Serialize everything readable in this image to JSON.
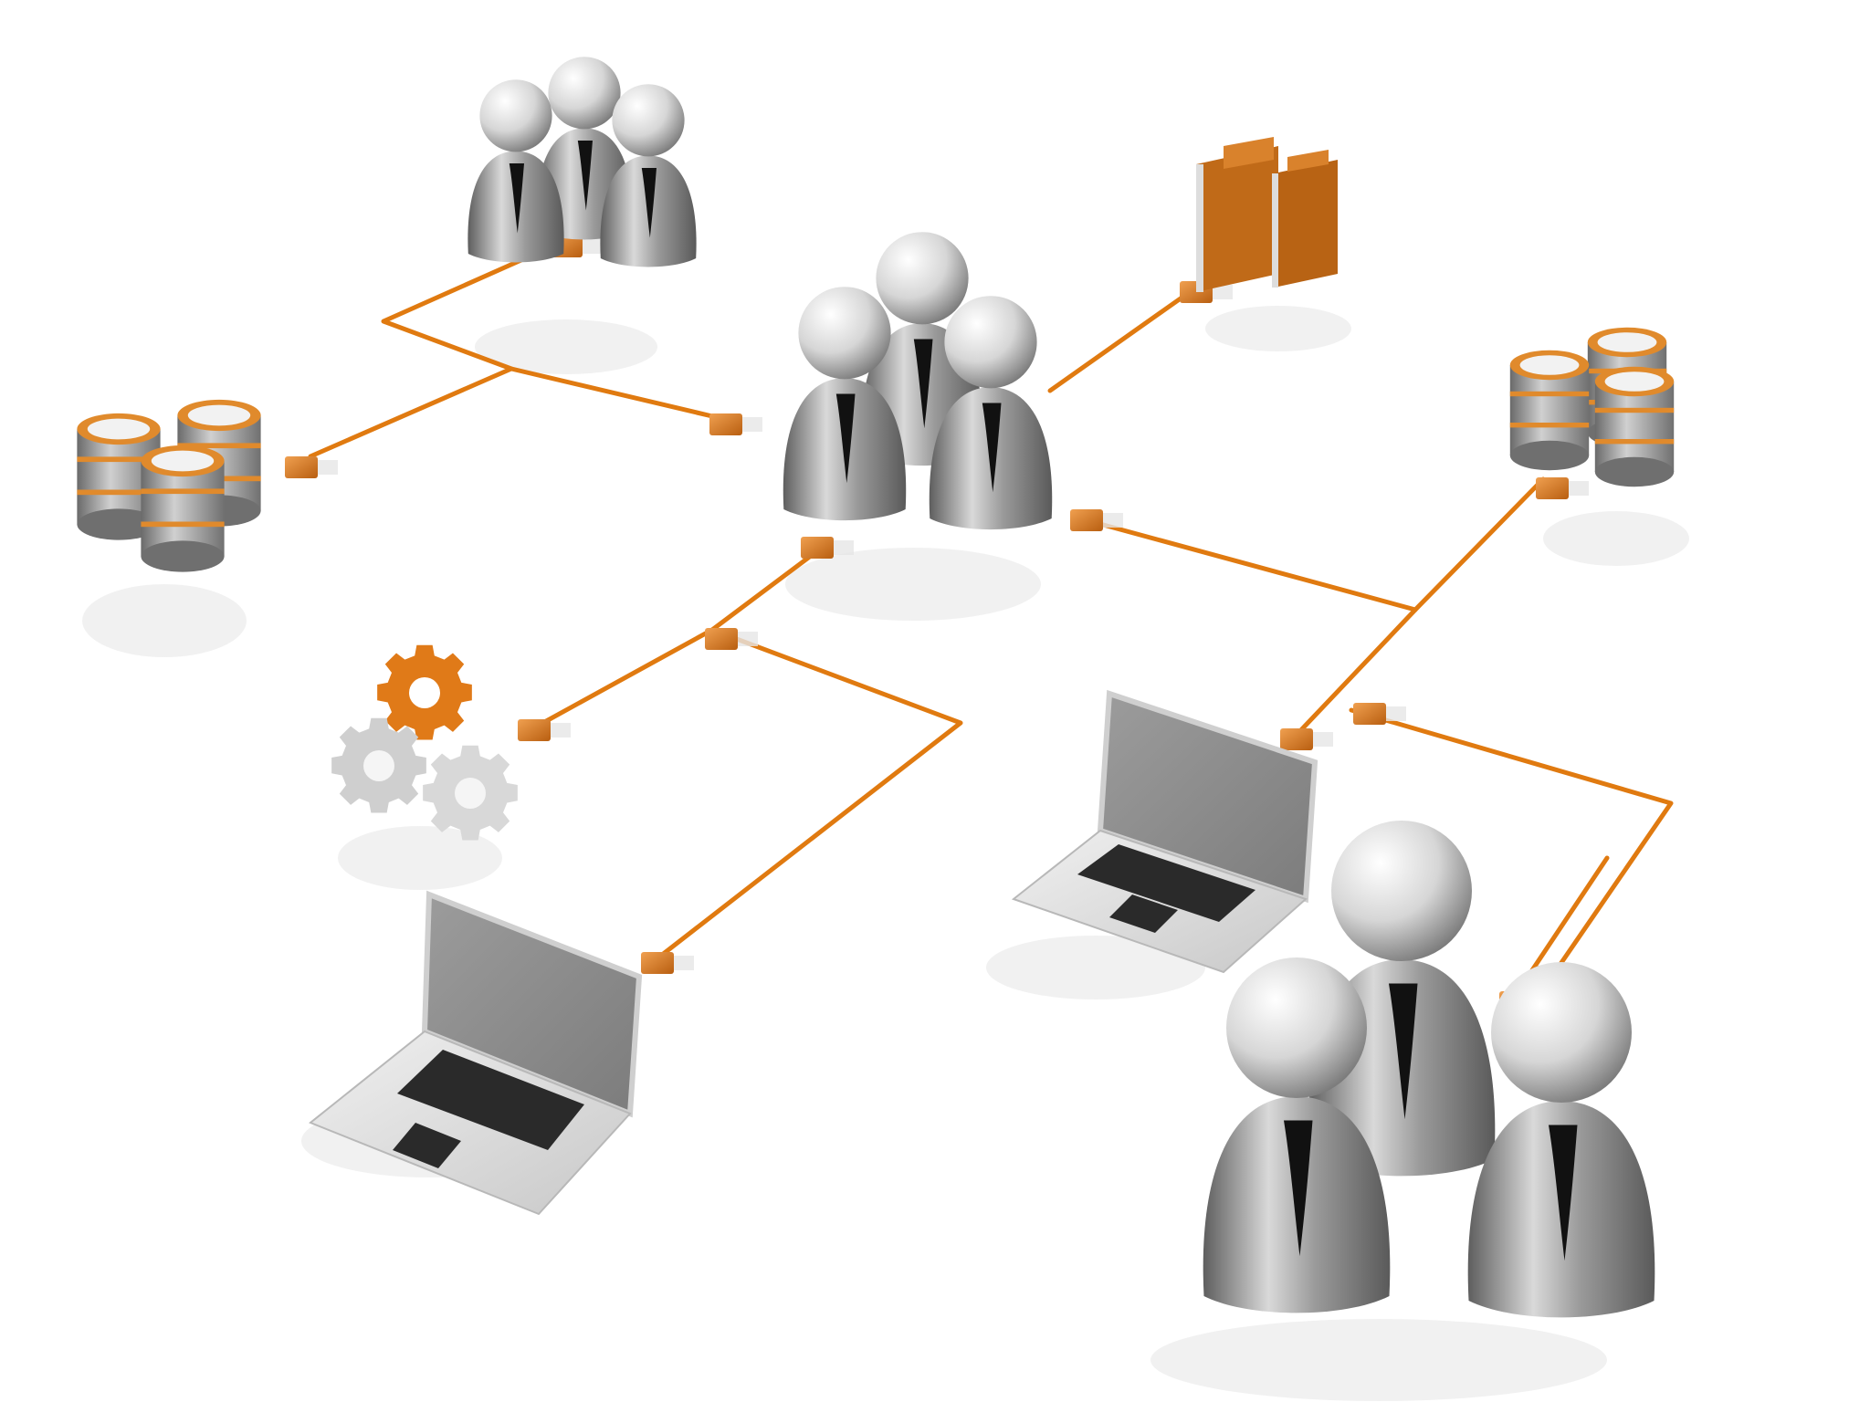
{
  "diagram": {
    "description_text": "",
    "colors": {
      "cable": "#e07a10",
      "connector": "#d97a1e",
      "figure_dark": "#6e6e6e",
      "figure_light": "#f4f4f4",
      "laptop": "#9a9a9a",
      "background": "#ffffff"
    },
    "nodes": [
      {
        "id": "hub-group",
        "kind": "people-group-icon"
      },
      {
        "id": "top-left-group",
        "kind": "people-group-icon"
      },
      {
        "id": "folders",
        "kind": "folders-icon"
      },
      {
        "id": "left-database",
        "kind": "database-icon"
      },
      {
        "id": "right-database",
        "kind": "database-icon"
      },
      {
        "id": "gears",
        "kind": "gears-icon"
      },
      {
        "id": "left-laptop",
        "kind": "laptop-icon"
      },
      {
        "id": "right-laptop",
        "kind": "laptop-icon"
      },
      {
        "id": "bottom-right-group",
        "kind": "people-group-icon"
      }
    ]
  }
}
